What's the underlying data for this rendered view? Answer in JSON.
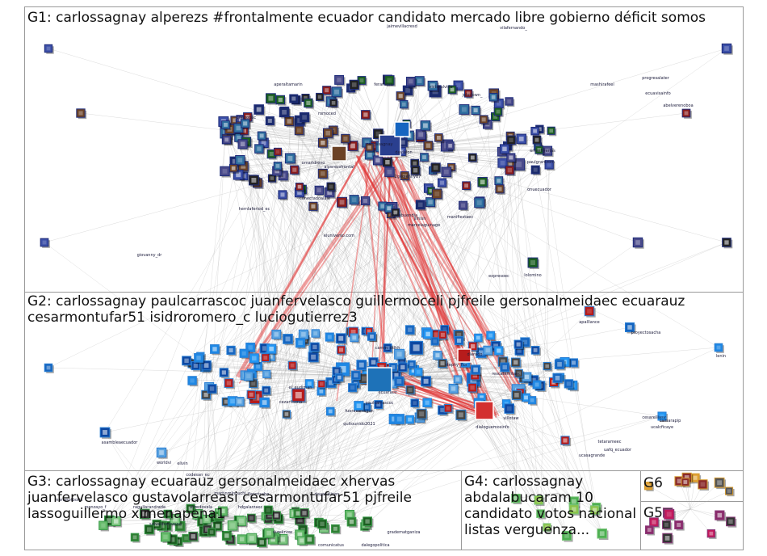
{
  "groups": [
    {
      "id": "G1",
      "title": "G1: carlossagnay alperezs #frontalmente ecuador candidato mercado libre gobierno déficit somos",
      "color": "#2a3f8f"
    },
    {
      "id": "G2",
      "title": "G2: carlossagnay paulcarrascoc juanfervelasco guillermoceli pjfreile gersonalmeidaec ecuarauz\ncesarmontufar51 isidroromero_c luciogutierrez3",
      "color": "#1e72b8"
    },
    {
      "id": "G3",
      "title": "G3: carlossagnay ecuarauz gersonalmeidaec xhervas\njuanfervelasco gustavolarreasi cesarmontufar51 pjfreile\nlassoguillermo ximenapena1",
      "color": "#2e8b57"
    },
    {
      "id": "G4",
      "title": "G4: carlossagnay\nabdalabucaram 10\ncandidato votos nacional\nlistas verguenza...",
      "color": "#5aa05a"
    },
    {
      "id": "G6",
      "title": "G6",
      "color": "#c98a2a"
    },
    {
      "id": "G5",
      "title": "G5",
      "color": "#8a2a6a"
    }
  ],
  "node_labels": {
    "g1": [
      "jaimevillacresd",
      "vilafernando_",
      "mashirafeel",
      "progresalater",
      "ecuavisainfo",
      "abelverenoboa",
      "feramosa",
      "victoralvida",
      "johnlown_",
      "aperaltamarin",
      "romoced",
      "cnegobec",
      "carlossagnay",
      "alperezsfrontal",
      "2geojenny87",
      "omarldrovo",
      "hernlaferiod_ec",
      "conectadoalaje",
      "alvitabuendia",
      "jlmlsn",
      "marcelaguinage",
      "manifiestaec",
      "paulgranizom",
      "enlashyerlas",
      "onuecuador",
      "elunlverso.com",
      "giovanny_dr",
      "expresoec",
      "lolomino",
      "davlalon"
    ],
    "g2": [
      "apalllance",
      "proyectosacha",
      "lenin",
      "camm_ddhh",
      "dlerado",
      "stephy_flor",
      "rescatemitaec",
      "ecuarauz",
      "paulcarrascoc",
      "fuerasarragon",
      "el_eudiman",
      "cezarferma",
      "quitounido2021",
      "dialoguemosinfo",
      "villotaw",
      "asambleaecuador",
      "tetarameec",
      "ucasagrande",
      "uafq_ecuador",
      "ucalcficaye",
      "cesarelliasv",
      "camarapip",
      "worldvi",
      "elivin"
    ],
    "g3": [
      "codesan_ec",
      "martinmlnguchi",
      "flarerisabo",
      "dayanalinen",
      "mariasotborja",
      "monzayo_f",
      "ragullarandrade",
      "alfredovela",
      "hdgalarzaec",
      "salvaldomoreno",
      "sureknow",
      "comunicatus",
      "dalegopolitica",
      "gradematganiza"
    ],
    "g4": [],
    "g5": [],
    "g6": []
  }
}
